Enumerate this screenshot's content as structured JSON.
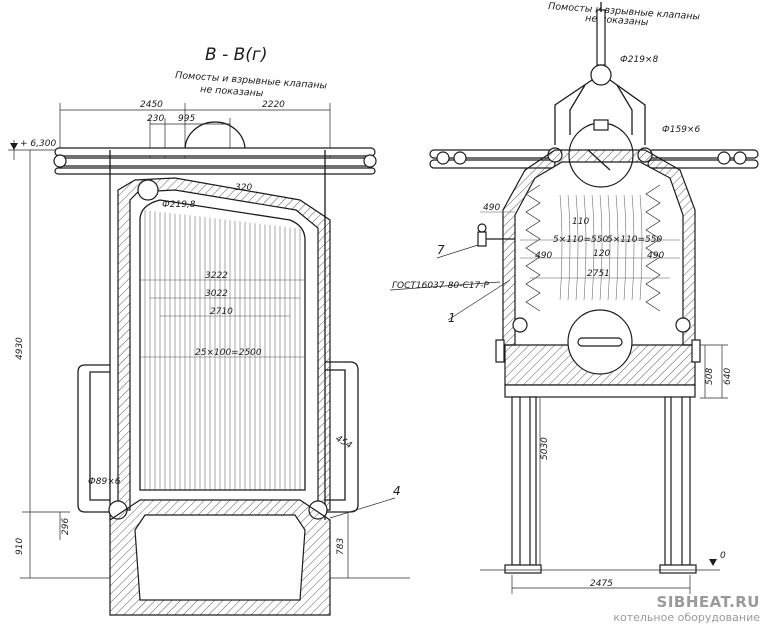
{
  "left_view": {
    "section_title": "В - В(г)",
    "note_line1": "Помосты и взрывные клапаны",
    "note_line2": "не показаны",
    "dims": {
      "top_left": "2450",
      "top_right": "2220",
      "d230": "230",
      "d995": "995",
      "elev": "+ 6,300",
      "d320": "320",
      "pipe": "Ф219,8",
      "d3222": "3222",
      "d3022": "3022",
      "d2710": "2710",
      "tubes": "25×100=2500",
      "height": "4930",
      "d454": "454",
      "side_pipe": "Ф89×6",
      "d296": "296",
      "d910": "910",
      "d783": "783"
    },
    "callout_4": "4"
  },
  "right_view": {
    "note_line1": "Помосты и взрывные клапаны",
    "note_line2": "не показаны",
    "dims": {
      "pipe_top": "Ф219×8",
      "pipe_side": "Ф159×6",
      "d490a": "490",
      "d110": "110",
      "grid1": "5×110=550",
      "grid2": "5×110=550",
      "d490b": "490",
      "d120": "120",
      "d490c": "490",
      "d2751": "2751",
      "gost": "ГОСТ16037-80-С17-Р",
      "d508": "508",
      "d640": "640",
      "d5030": "5030",
      "zero": "0",
      "width": "2475"
    },
    "callout_7": "7",
    "callout_1": "1"
  },
  "watermark": {
    "site": "SIBHEAT.RU",
    "tagline": "котельное оборудование"
  }
}
